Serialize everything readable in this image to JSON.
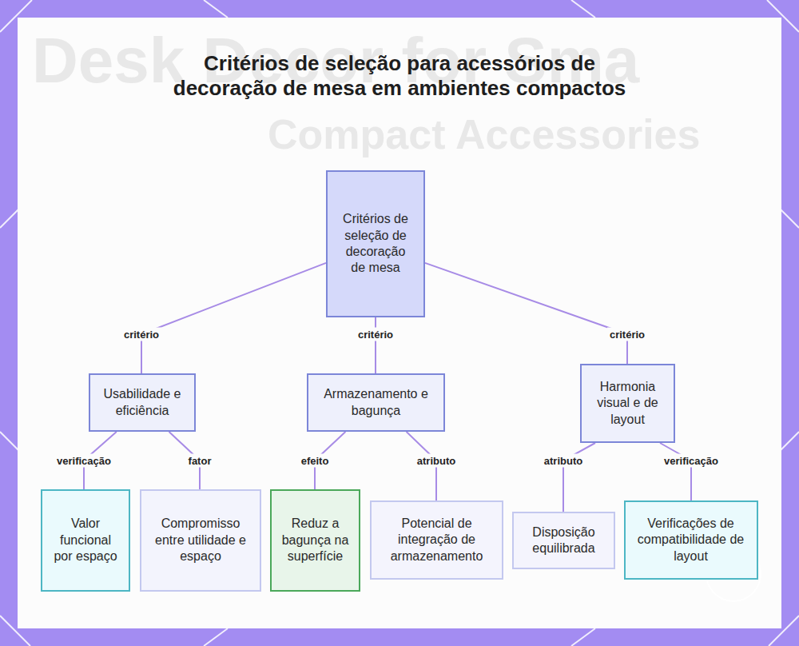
{
  "diagram": {
    "title": "Critérios de seleção para acessórios de decoração de mesa em ambientes compactos",
    "nodes": [
      {
        "text": [
          "Critérios de seleção de decoração de mesa"
        ]
      },
      {
        "text": [
          "Usabilidade e eficiência"
        ]
      },
      {
        "text": [
          "Armazenamento e bagunça"
        ]
      },
      {
        "text": [
          "Harmonia visual e de layout"
        ]
      },
      {
        "text": [
          "Valor funcional por espaço"
        ]
      },
      {
        "text": [
          "Compromisso entre utilidade e espaço"
        ]
      },
      {
        "text": [
          "Reduz a bagunça na superfície"
        ]
      },
      {
        "text": [
          "Potencial de integração de armazenamento"
        ]
      },
      {
        "text": [
          "Disposição equilibrada"
        ]
      },
      {
        "text": [
          "Verificações de compatibilidade de layout"
        ]
      }
    ],
    "edges": [
      {
        "from": 0,
        "to": 1,
        "label": "critério",
        "arrow": "none"
      },
      {
        "from": 0,
        "to": 2,
        "label": "critério",
        "arrow": "none"
      },
      {
        "from": 0,
        "to": 3,
        "label": "critério",
        "arrow": "none"
      },
      {
        "from": 1,
        "to": 4,
        "label": "verificação",
        "arrow": "none"
      },
      {
        "from": 1,
        "to": 5,
        "label": "fator",
        "arrow": "none"
      },
      {
        "from": 2,
        "to": 6,
        "label": "efeito",
        "arrow": "none"
      },
      {
        "from": 2,
        "to": 7,
        "label": "atributo",
        "arrow": "none"
      },
      {
        "from": 3,
        "to": 8,
        "label": "atributo",
        "arrow": "none"
      },
      {
        "from": 3,
        "to": 9,
        "label": "verificação",
        "arrow": "none"
      }
    ],
    "labels": [
      "Desk Decor for Sma",
      "Compact Accessories"
    ]
  }
}
